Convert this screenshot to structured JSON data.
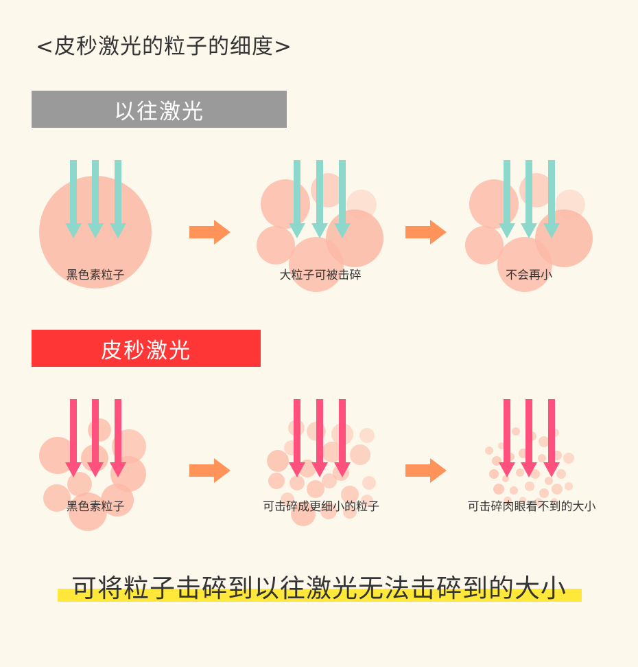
{
  "title": "<皮秒激光的粒子的细度>",
  "sections": {
    "old": {
      "banner": "以往激光",
      "captions": [
        "黑色素粒子",
        "大粒子可被击碎",
        "不会再小"
      ]
    },
    "pico": {
      "banner": "皮秒激光",
      "captions": [
        "黑色素粒子",
        "可击碎成更细小的粒子",
        "可击碎肉眼看不到的大小"
      ]
    }
  },
  "footer": "可将粒子击碎到以往激光无法击碎到的大小",
  "colors": {
    "particle": "#fcb9a6",
    "arrow_old": "#8dd8cc",
    "arrow_pico": "#ff507e",
    "arrow_step": "#ff9359",
    "banner_old": "#9a9a9a",
    "banner_pico": "#ff3636",
    "highlight": "#ffe83a"
  },
  "icons": [
    "down-arrow-icon",
    "right-arrow-icon"
  ]
}
